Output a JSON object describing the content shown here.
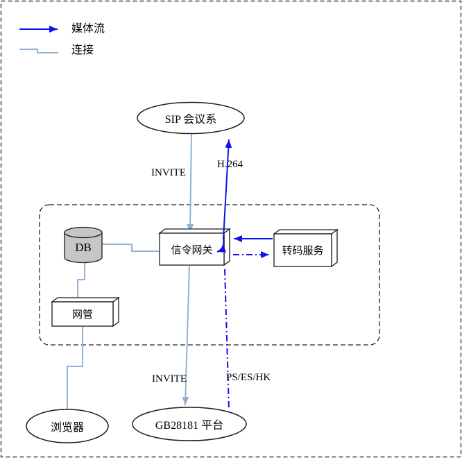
{
  "diagram": {
    "legend": {
      "media_stream_label": "媒体流",
      "connection_label": "连接"
    },
    "nodes": {
      "sip_conference": "SIP 会议系",
      "db": "DB",
      "signaling_gateway": "信令网关",
      "transcode_service": "转码服务",
      "network_management": "网管",
      "browser": "浏览器",
      "gb28181_platform": "GB28181 平台"
    },
    "edge_labels": {
      "invite_top": "INVITE",
      "h264": "H.264",
      "invite_bottom": "INVITE",
      "ps_es_hk": "PS/ES/HK"
    },
    "colors": {
      "media_stream": "#1111ee",
      "connection": "#93b1d5",
      "db_fill": "#c6c6c6",
      "node_stroke": "#1a1a1a"
    }
  }
}
